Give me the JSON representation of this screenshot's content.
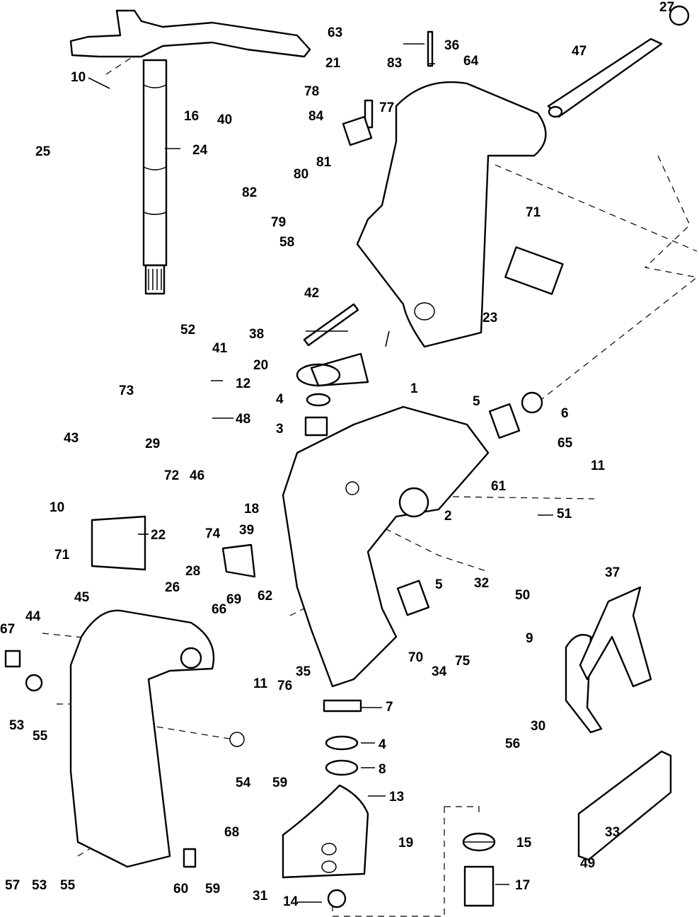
{
  "diagram": {
    "type": "exploded-parts-diagram",
    "subject": "outboard motor swivel bracket / stern bracket assembly",
    "callouts": [
      {
        "id": "1",
        "label": "1"
      },
      {
        "id": "2",
        "label": "2"
      },
      {
        "id": "3",
        "label": "3"
      },
      {
        "id": "4a",
        "label": "4"
      },
      {
        "id": "4b",
        "label": "4"
      },
      {
        "id": "5a",
        "label": "5"
      },
      {
        "id": "5b",
        "label": "5"
      },
      {
        "id": "6",
        "label": "6"
      },
      {
        "id": "7",
        "label": "7"
      },
      {
        "id": "8",
        "label": "8"
      },
      {
        "id": "9",
        "label": "9"
      },
      {
        "id": "10a",
        "label": "10"
      },
      {
        "id": "10b",
        "label": "10"
      },
      {
        "id": "11a",
        "label": "11"
      },
      {
        "id": "11b",
        "label": "11"
      },
      {
        "id": "12",
        "label": "12"
      },
      {
        "id": "13",
        "label": "13"
      },
      {
        "id": "14",
        "label": "14"
      },
      {
        "id": "15",
        "label": "15"
      },
      {
        "id": "16",
        "label": "16"
      },
      {
        "id": "17",
        "label": "17"
      },
      {
        "id": "18",
        "label": "18"
      },
      {
        "id": "19",
        "label": "19"
      },
      {
        "id": "20",
        "label": "20"
      },
      {
        "id": "21",
        "label": "21"
      },
      {
        "id": "22",
        "label": "22"
      },
      {
        "id": "23",
        "label": "23"
      },
      {
        "id": "24",
        "label": "24"
      },
      {
        "id": "25",
        "label": "25"
      },
      {
        "id": "26",
        "label": "26"
      },
      {
        "id": "27",
        "label": "27"
      },
      {
        "id": "28",
        "label": "28"
      },
      {
        "id": "29",
        "label": "29"
      },
      {
        "id": "30",
        "label": "30"
      },
      {
        "id": "31",
        "label": "31"
      },
      {
        "id": "32",
        "label": "32"
      },
      {
        "id": "33",
        "label": "33"
      },
      {
        "id": "34",
        "label": "34"
      },
      {
        "id": "35",
        "label": "35"
      },
      {
        "id": "36",
        "label": "36"
      },
      {
        "id": "37",
        "label": "37"
      },
      {
        "id": "38",
        "label": "38"
      },
      {
        "id": "39",
        "label": "39"
      },
      {
        "id": "40",
        "label": "40"
      },
      {
        "id": "41",
        "label": "41"
      },
      {
        "id": "42",
        "label": "42"
      },
      {
        "id": "43",
        "label": "43"
      },
      {
        "id": "44",
        "label": "44"
      },
      {
        "id": "45",
        "label": "45"
      },
      {
        "id": "46",
        "label": "46"
      },
      {
        "id": "47",
        "label": "47"
      },
      {
        "id": "48",
        "label": "48"
      },
      {
        "id": "49",
        "label": "49"
      },
      {
        "id": "50",
        "label": "50"
      },
      {
        "id": "51",
        "label": "51"
      },
      {
        "id": "52",
        "label": "52"
      },
      {
        "id": "53a",
        "label": "53"
      },
      {
        "id": "53b",
        "label": "53"
      },
      {
        "id": "54",
        "label": "54"
      },
      {
        "id": "55a",
        "label": "55"
      },
      {
        "id": "55b",
        "label": "55"
      },
      {
        "id": "56",
        "label": "56"
      },
      {
        "id": "57",
        "label": "57"
      },
      {
        "id": "58",
        "label": "58"
      },
      {
        "id": "59a",
        "label": "59"
      },
      {
        "id": "59b",
        "label": "59"
      },
      {
        "id": "60",
        "label": "60"
      },
      {
        "id": "61",
        "label": "61"
      },
      {
        "id": "62",
        "label": "62"
      },
      {
        "id": "63",
        "label": "63"
      },
      {
        "id": "64",
        "label": "64"
      },
      {
        "id": "65",
        "label": "65"
      },
      {
        "id": "66",
        "label": "66"
      },
      {
        "id": "67",
        "label": "67"
      },
      {
        "id": "68",
        "label": "68"
      },
      {
        "id": "69",
        "label": "69"
      },
      {
        "id": "70",
        "label": "70"
      },
      {
        "id": "71a",
        "label": "71"
      },
      {
        "id": "71b",
        "label": "71"
      },
      {
        "id": "72",
        "label": "72"
      },
      {
        "id": "73",
        "label": "73"
      },
      {
        "id": "74",
        "label": "74"
      },
      {
        "id": "75",
        "label": "75"
      },
      {
        "id": "76",
        "label": "76"
      },
      {
        "id": "77",
        "label": "77"
      },
      {
        "id": "78",
        "label": "78"
      },
      {
        "id": "79",
        "label": "79"
      },
      {
        "id": "80",
        "label": "80"
      },
      {
        "id": "81",
        "label": "81"
      },
      {
        "id": "82",
        "label": "82"
      },
      {
        "id": "83",
        "label": "83"
      },
      {
        "id": "84",
        "label": "84"
      }
    ]
  }
}
